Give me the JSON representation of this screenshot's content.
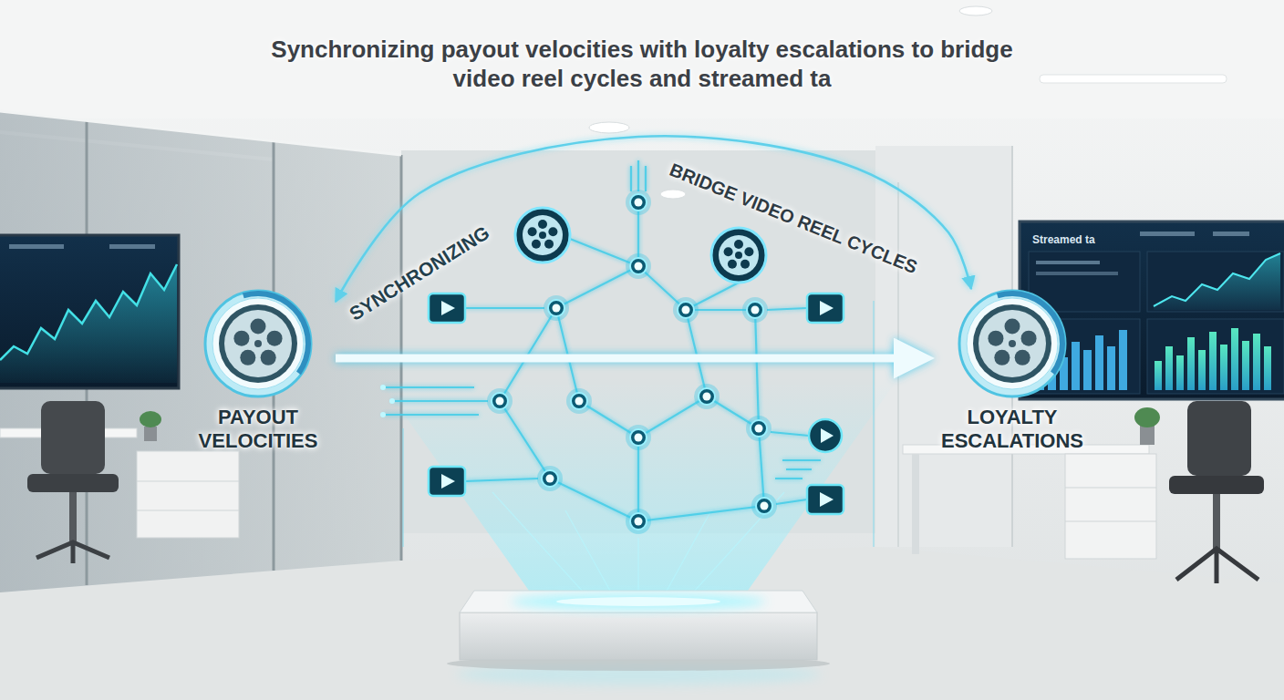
{
  "diagram": {
    "title": "Synchronizing payout velocities with loyalty escalations to bridge video reel cycles and streamed ta",
    "nodes": [
      {
        "text": [
          "PAYOUT VELOCITIES"
        ]
      },
      {
        "text": [
          "LOYALTY ESCALATIONS"
        ]
      }
    ],
    "edges": [
      {
        "from": 0,
        "to": 1,
        "arrow": "to"
      },
      {
        "from": 0,
        "to": 1,
        "arrow": "both"
      }
    ],
    "labels": [
      "SYNCHRONIZING",
      "BRIDGE VIDEO REEL CYCLES",
      "Streamed ta"
    ]
  }
}
